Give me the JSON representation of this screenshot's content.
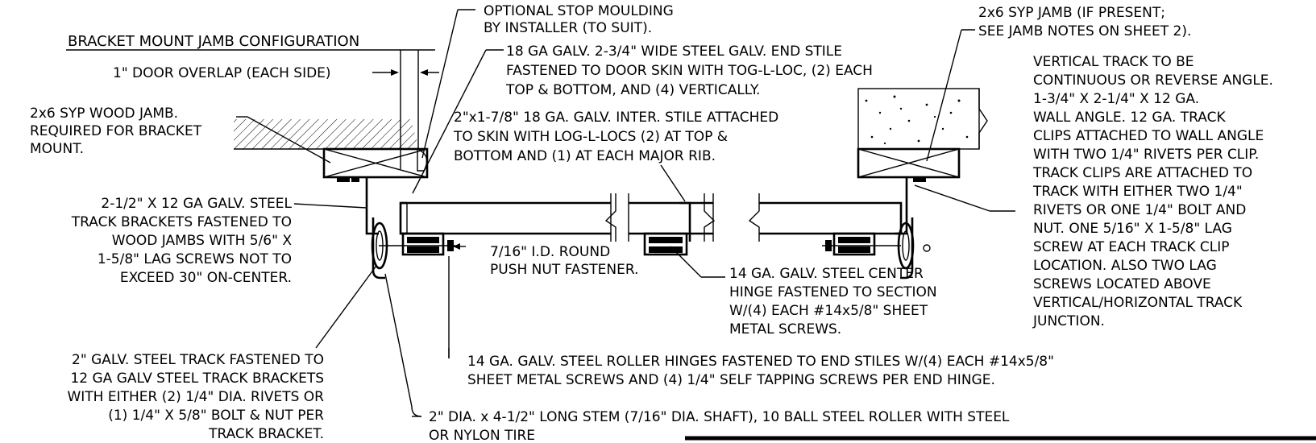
{
  "title": "BRACKET MOUNT JAMB CONFIGURATION",
  "callouts": {
    "stop_moulding": [
      "OPTIONAL STOP MOULDING",
      "BY INSTALLER (TO SUIT)."
    ],
    "end_stile": [
      "18 GA GALV. 2-3/4\" WIDE STEEL GALV. END STILE",
      "FASTENED TO DOOR SKIN WITH TOG-L-LOC, (2) EACH",
      "TOP & BOTTOM, AND (4) VERTICALLY."
    ],
    "inter_stile": [
      "2\"x1-7/8\" 18 GA. GALV. INTER. STILE ATTACHED",
      "TO SKIN WITH LOG-L-LOCS (2) AT TOP &",
      "BOTTOM AND (1) AT EACH MAJOR RIB."
    ],
    "door_overlap": [
      "1\" DOOR OVERLAP (EACH SIDE)"
    ],
    "wood_jamb": [
      "2x6 SYP WOOD JAMB.",
      "REQUIRED FOR BRACKET",
      "MOUNT."
    ],
    "track_brackets": [
      "2-1/2\" X 12 GA GALV. STEEL",
      "TRACK BRACKETS FASTENED TO",
      "WOOD JAMBS WITH 5/6\" X",
      "1-5/8\" LAG SCREWS NOT TO",
      "EXCEED 30\" ON-CENTER."
    ],
    "push_nut": [
      "7/16\" I.D. ROUND",
      "PUSH NUT FASTENER."
    ],
    "center_hinge": [
      "14 GA. GALV. STEEL CENTER",
      "HINGE FASTENED TO SECTION",
      "W/(4) EACH #14x5/8\" SHEET",
      "METAL SCREWS."
    ],
    "syp_jamb": [
      "2x6 SYP JAMB (IF PRESENT;",
      "SEE JAMB NOTES ON SHEET 2)."
    ],
    "vertical_track": [
      "VERTICAL TRACK TO BE",
      "CONTINUOUS OR REVERSE ANGLE.",
      "1-3/4\" X 2-1/4\" X 12 GA.",
      "WALL ANGLE. 12 GA. TRACK",
      "CLIPS ATTACHED TO WALL ANGLE",
      "WITH TWO 1/4\" RIVETS PER CLIP.",
      "TRACK CLIPS ARE ATTACHED TO",
      "TRACK WITH EITHER TWO 1/4\"",
      "RIVETS OR ONE 1/4\" BOLT AND",
      "NUT.  ONE 5/16\" X 1-5/8\" LAG",
      "SCREW AT EACH TRACK CLIP",
      "LOCATION. ALSO TWO LAG",
      "SCREWS LOCATED ABOVE",
      "VERTICAL/HORIZONTAL TRACK",
      "JUNCTION."
    ],
    "steel_track": [
      "2\" GALV. STEEL TRACK FASTENED TO",
      "12 GA GALV STEEL TRACK BRACKETS",
      "WITH EITHER (2) 1/4\" DIA. RIVETS OR",
      "(1) 1/4\" X 5/8\" BOLT & NUT PER",
      "TRACK BRACKET."
    ],
    "roller_hinges": [
      "14 GA. GALV. STEEL ROLLER HINGES FASTENED TO END STILES W/(4) EACH #14x5/8\"",
      "SHEET METAL SCREWS AND (4) 1/4\" SELF TAPPING SCREWS PER END HINGE."
    ],
    "roller": [
      "2\" DIA. x 4-1/2\" LONG STEM (7/16\" DIA. SHAFT), 10 BALL STEEL ROLLER WITH STEEL",
      "OR NYLON TIRE"
    ]
  }
}
